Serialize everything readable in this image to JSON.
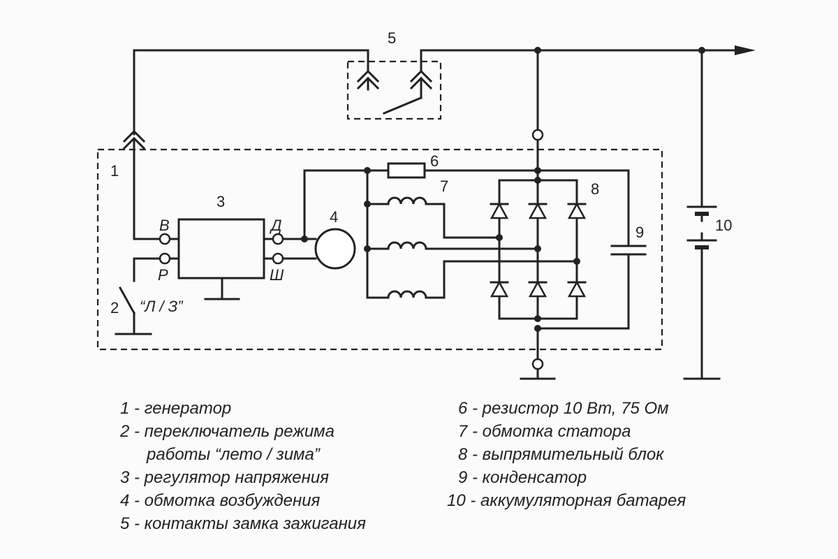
{
  "labels": {
    "n1": "1",
    "n2": "2",
    "n3": "3",
    "n4": "4",
    "n5": "5",
    "n6": "6",
    "n7": "7",
    "n8": "8",
    "n9": "9",
    "n10": "10"
  },
  "terminals": {
    "v": "В",
    "r": "Р",
    "d": "Д",
    "sh": "Ш"
  },
  "switch_label": "“Л / З”",
  "legend_left": [
    "1 - генератор",
    "2 - переключатель режима",
    "работы “лето / зима”",
    "3 - регулятор напряжения",
    "4 - обмотка возбуждения",
    "5 - контакты замка зажигания"
  ],
  "legend_right": [
    "6 - резистор 10 Вт, 75 Ом",
    "7 - обмотка статора",
    "8 - выпрямительный блок",
    "9 - конденсатор",
    "10 - аккумуляторная батарея"
  ]
}
